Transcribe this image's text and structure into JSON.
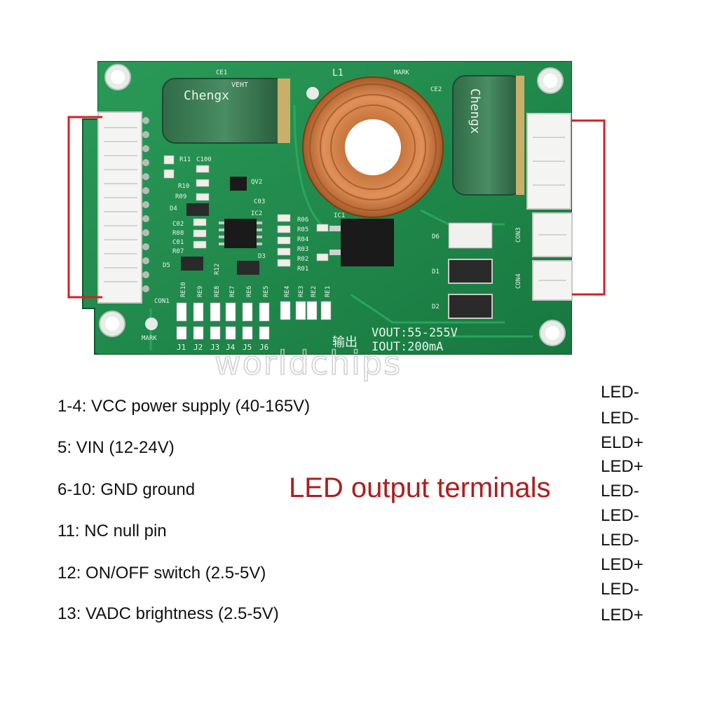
{
  "board": {
    "silkscreen": {
      "ce1": "CE1",
      "l1": "L1",
      "mark_top": "MARK",
      "ce2": "CE2",
      "capacitor_brand": "Chengx",
      "capacitor_code": "VEHT",
      "r11": "R11",
      "c100": "C100",
      "qv2": "QV2",
      "r10": "R10",
      "r09": "R09",
      "c03": "C03",
      "d4": "D4",
      "ic2": "IC2",
      "ic1": "IC1",
      "c02": "C02",
      "r08": "R08",
      "c01": "C01",
      "r07": "R07",
      "d5": "D5",
      "d3": "D3",
      "r12": "R12",
      "r06": "R06",
      "r05": "R05",
      "r04": "R04",
      "r03": "R03",
      "r02": "R02",
      "r01": "R01",
      "d6": "D6",
      "d1": "D1",
      "d2": "D2",
      "con1": "CON1",
      "con3": "CON3",
      "con4": "CON4",
      "mark_bottom": "MARK",
      "re_labels": [
        "RE10",
        "RE9",
        "RE8",
        "RE7",
        "RE6",
        "RE5",
        "RE4",
        "RE3",
        "RE2",
        "RE1"
      ],
      "j_labels": [
        "J1",
        "J2",
        "J3",
        "J4",
        "J5",
        "J6"
      ],
      "output_cn": "输出",
      "vout": "VOUT:55-255V",
      "iout": "IOUT:200mA"
    },
    "watermark": "worldchips"
  },
  "pin_functions": [
    "1-4: VCC power supply (40-165V)",
    "5: VIN (12-24V)",
    "6-10: GND ground",
    "11: NC null pin",
    "12: ON/OFF switch (2.5-5V)",
    "13: VADC brightness (2.5-5V)"
  ],
  "output_title": "LED output terminals",
  "led_terminals": [
    "LED-",
    "LED-",
    "ELD+",
    "LED+",
    "LED-",
    "LED-",
    "LED-",
    "LED+",
    "LED-",
    "LED+"
  ],
  "colors": {
    "pcb_green": "#1f8a4c",
    "highlight_red": "#d61f26",
    "title_red": "#b01c1c"
  }
}
